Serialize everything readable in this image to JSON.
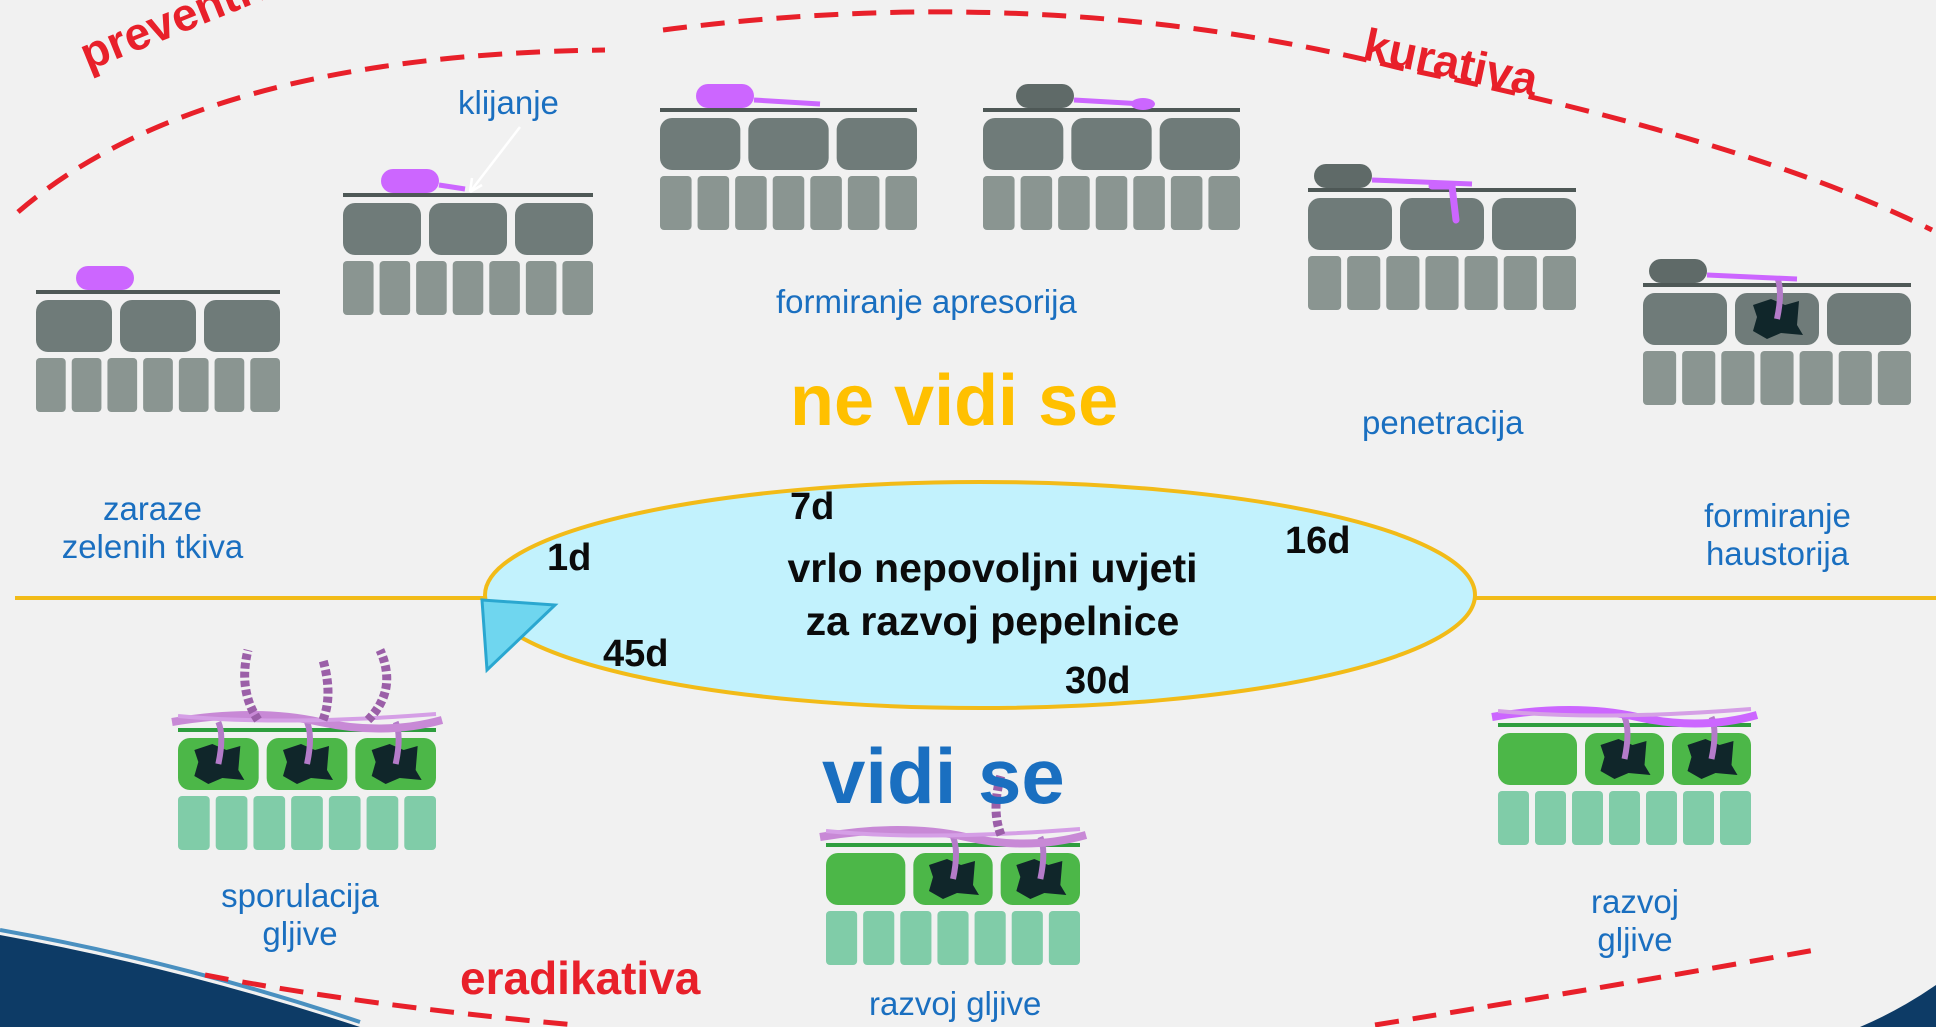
{
  "zones": {
    "preventive": "preventiva",
    "curative": "kurativa",
    "eradicative": "eradikativa"
  },
  "stages": {
    "green_tissue_infection": [
      "zaraze",
      "zelenih tkiva"
    ],
    "germination": "klijanje",
    "appressorium": "formiranje apresorija",
    "penetration": "penetracija",
    "haustoria": [
      "formiranje",
      "haustorija"
    ],
    "development_right": [
      "razvoj",
      "gljive"
    ],
    "development_bottom": "razvoj gljive",
    "sporulation": [
      "sporulacija",
      "gljive"
    ]
  },
  "visibility": {
    "hidden": "ne vidi se",
    "visible": "vidi se"
  },
  "cycle": {
    "lines": [
      "vrlo nepovoljni uvjeti",
      "za razvoj pepelnice"
    ],
    "days": [
      "1d",
      "7d",
      "16d",
      "30d",
      "45d"
    ]
  },
  "colors": {
    "hidden_text": "#ffc000",
    "visible_text": "#1a6fc0",
    "label_text": "#1a6fc0",
    "zone_text": "#e8202a",
    "ellipse_fill": "#c2f2fd",
    "ellipse_stroke": "#f2bb18",
    "fungus": "#cc66ff",
    "healthy_cells": "#6f7b79",
    "infected_cells": "#4cb748",
    "infected_lower": "#80cca8"
  }
}
